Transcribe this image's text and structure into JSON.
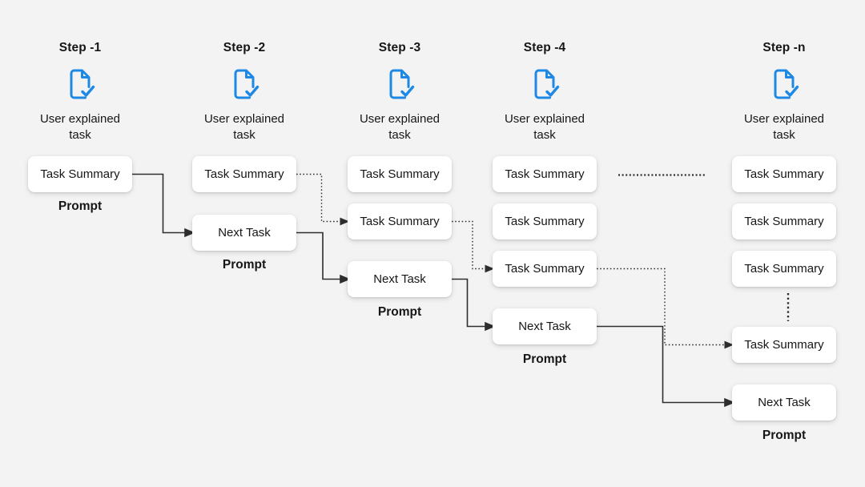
{
  "diagram": {
    "colors": {
      "background": "#f3f3f3",
      "node_background": "#ffffff",
      "text": "#161616",
      "icon_blue": "#1e88e5",
      "connector": "#2e2e2e"
    },
    "columns": [
      {
        "title": "Step -1",
        "icon": "document-check-icon",
        "caption": "User explained task",
        "boxes": [
          "Task Summary"
        ],
        "prompt_label": "Prompt"
      },
      {
        "title": "Step -2",
        "icon": "document-check-icon",
        "caption": "User explained task",
        "boxes": [
          "Task Summary",
          "Next Task"
        ],
        "prompt_label": "Prompt"
      },
      {
        "title": "Step -3",
        "icon": "document-check-icon",
        "caption": "User explained task",
        "boxes": [
          "Task Summary",
          "Task Summary",
          "Next Task"
        ],
        "prompt_label": "Prompt"
      },
      {
        "title": "Step -4",
        "icon": "document-check-icon",
        "caption": "User explained task",
        "boxes": [
          "Task Summary",
          "Task Summary",
          "Task Summary",
          "Next Task"
        ],
        "prompt_label": "Prompt"
      },
      {
        "title": "Step -n",
        "icon": "document-check-icon",
        "caption": "User explained task",
        "boxes": [
          "Task Summary",
          "Task Summary",
          "Task Summary",
          "Task Summary",
          "Next Task"
        ],
        "prompt_label": "Prompt"
      }
    ],
    "edges": [
      {
        "from": "step-1/task-summary-1",
        "to": "step-2/next-task",
        "style": "solid"
      },
      {
        "from": "step-2/task-summary-1",
        "to": "step-3/task-summary-2",
        "style": "dotted"
      },
      {
        "from": "step-2/next-task",
        "to": "step-3/next-task",
        "style": "solid"
      },
      {
        "from": "step-3/task-summary-2",
        "to": "step-4/task-summary-3",
        "style": "dotted"
      },
      {
        "from": "step-3/next-task",
        "to": "step-4/next-task",
        "style": "solid"
      },
      {
        "from": "step-4/task-summary-3",
        "to": "step-n/task-summary-4",
        "style": "dotted"
      },
      {
        "from": "step-4/next-task",
        "to": "step-n/next-task",
        "style": "solid"
      }
    ],
    "continuations": [
      {
        "type": "horizontal-dots",
        "between": [
          "step-4",
          "step-n"
        ]
      },
      {
        "type": "vertical-dots",
        "within": "step-n"
      }
    ]
  }
}
